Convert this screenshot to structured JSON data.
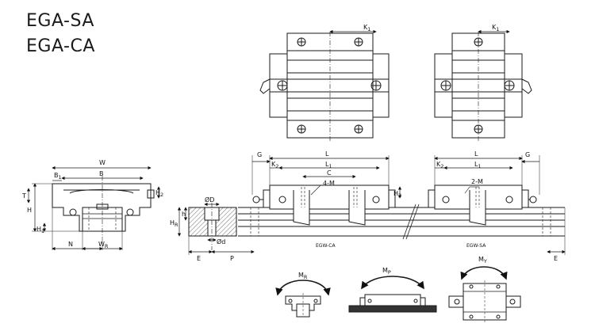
{
  "titles": [
    "EGA-SA",
    "EGA-CA"
  ],
  "dimensions": {
    "K1_top_ca": "K",
    "K1_top_sa": "K",
    "W": "W",
    "B": "B",
    "B1": "B",
    "T": "T",
    "H": "H",
    "H1": "H",
    "H2_end": "H",
    "N": "N",
    "WR": "W",
    "HR": "H",
    "h": "h",
    "D": "ØD",
    "d": "Ød",
    "E_left": "E",
    "E_right": "E",
    "P": "P",
    "G_left": "G",
    "G_right": "G",
    "L_ca": "L",
    "L1_ca": "L",
    "C": "C",
    "K2_ca": "K",
    "holes_ca": "4-M",
    "H2_ca": "H",
    "L_sa": "L",
    "L1_sa": "L",
    "K2_sa": "K",
    "holes_sa": "2-M"
  },
  "subscripts": {
    "K1": "1",
    "B1": "1",
    "H1": "1",
    "H2": "2",
    "WR": "R",
    "HR": "R",
    "L1": "1",
    "K2": "2"
  },
  "captions": {
    "ca": "EGW-CA",
    "sa": "EGW-SA"
  },
  "moments": {
    "MR": "M",
    "MP": "M",
    "MY": "M",
    "MR_sub": "R",
    "MP_sub": "P",
    "MY_sub": "Y"
  },
  "colors": {
    "line": "#1a1a1a",
    "hatch": "#333333",
    "background": "#ffffff"
  }
}
